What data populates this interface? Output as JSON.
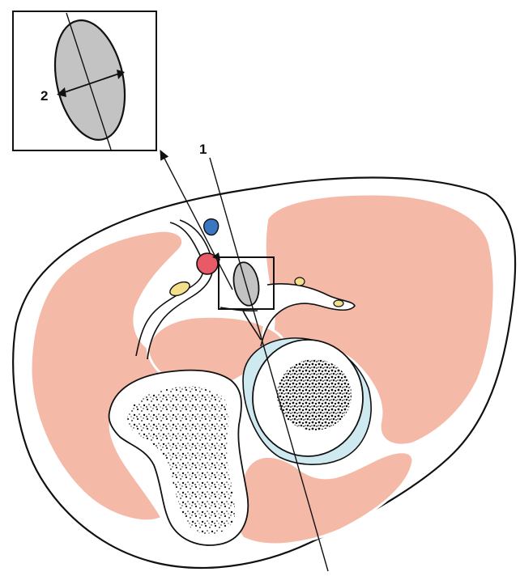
{
  "labels": {
    "line_number": "1",
    "width_number": "2"
  },
  "colors": {
    "muscle": "#f4b9a7",
    "fat": "#ffffff",
    "outline": "#111111",
    "nerve": "#c3c3c3",
    "artery": "#e85a65",
    "vein": "#3a77c2",
    "small_nerve": "#f4e08c",
    "cartilage": "#cfe9f0",
    "bone_pattern": "#111111"
  },
  "icons": {
    "zoom_callout": "magnified-nerve-view",
    "bone": "speckled-bone-marrow"
  }
}
